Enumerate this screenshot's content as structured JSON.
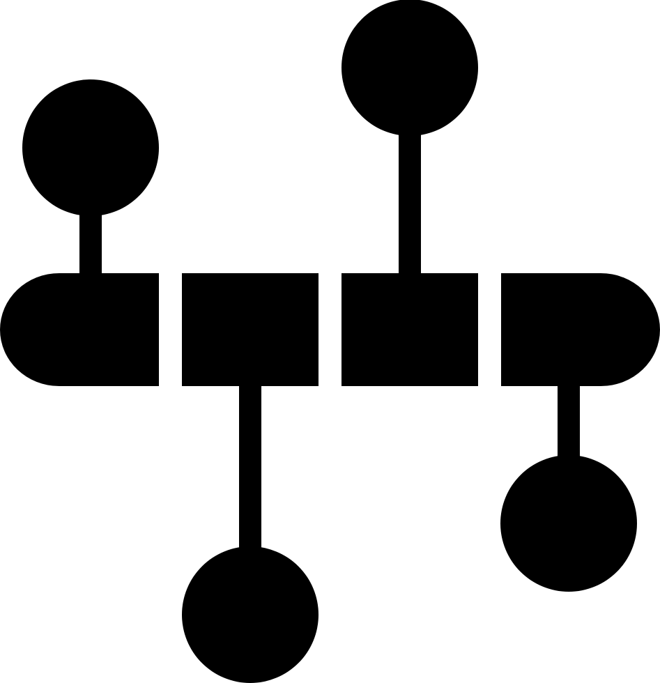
{
  "icon": {
    "name": "timeline-icon",
    "fill_color": "#000000",
    "background_color": "#ffffff",
    "segments": 4,
    "markers": [
      {
        "segment": 1,
        "side": "top"
      },
      {
        "segment": 2,
        "side": "bottom"
      },
      {
        "segment": 3,
        "side": "top"
      },
      {
        "segment": 4,
        "side": "bottom"
      }
    ]
  }
}
